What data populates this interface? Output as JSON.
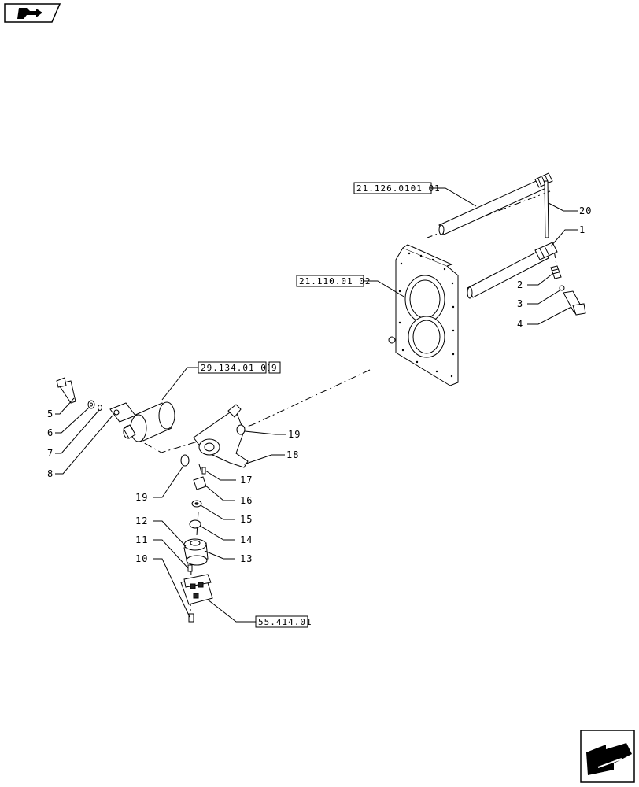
{
  "nav": {
    "top_icon": "tag-arrow-icon",
    "bottom_icon": "back-arrow-icon"
  },
  "refs": {
    "r1": "21.126.0101 01",
    "r2": "21.110.01 02",
    "r3": "29.134.01 01",
    "r3b": "9",
    "r4": "55.414.01"
  },
  "callouts": [
    "1",
    "2",
    "3",
    "4",
    "5",
    "6",
    "7",
    "8",
    "10",
    "11",
    "12",
    "13",
    "14",
    "15",
    "16",
    "17",
    "18",
    "19",
    "19",
    "20"
  ]
}
